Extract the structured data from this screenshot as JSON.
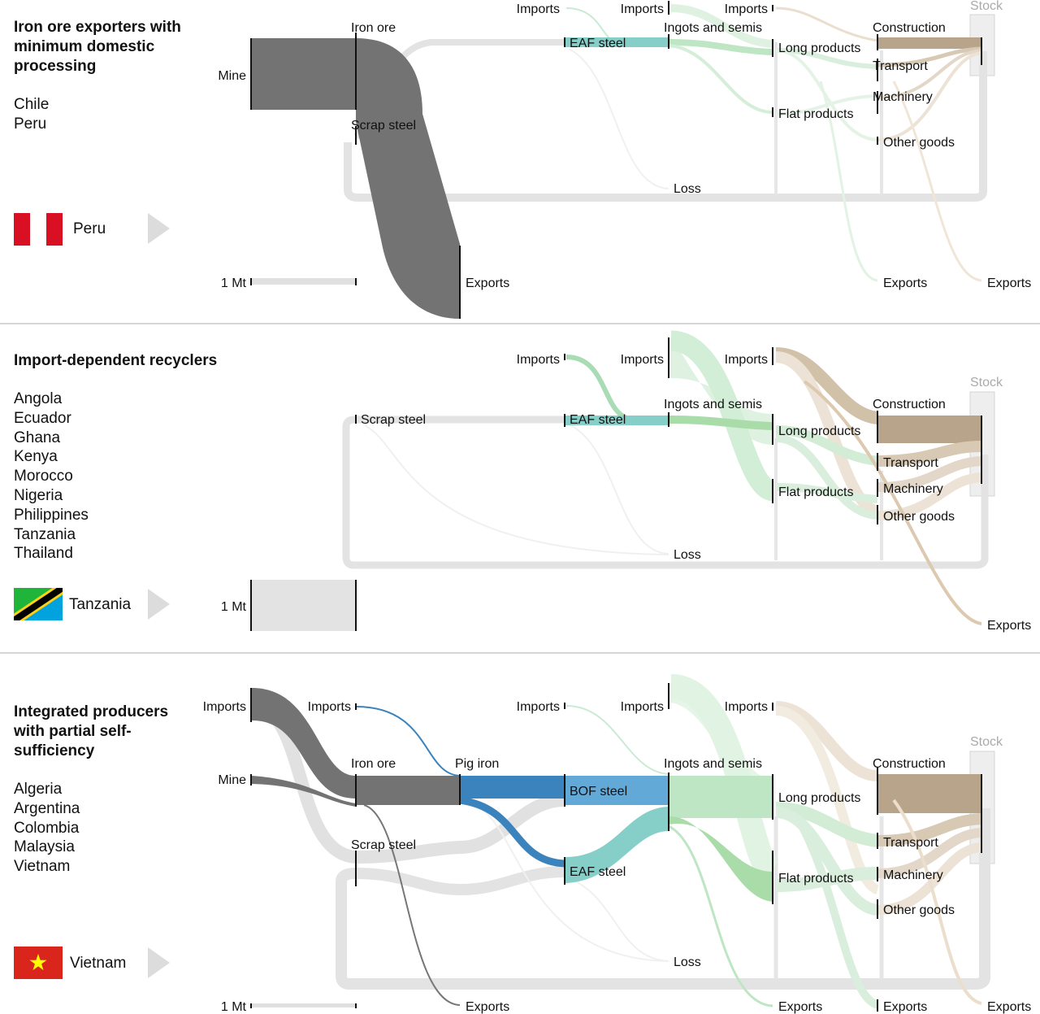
{
  "panels": [
    {
      "title": "Iron ore exporters with minimum domestic processing",
      "countries": [
        "Chile",
        "Peru"
      ],
      "example_country": "Peru",
      "scale_label": "1 Mt",
      "node_labels": {
        "mine": "Mine",
        "iron_ore": "Iron ore",
        "scrap_steel": "Scrap steel",
        "exports_ore": "Exports",
        "imports_1": "Imports",
        "imports_2": "Imports",
        "imports_3": "Imports",
        "eaf_steel": "EAF steel",
        "ingots": "Ingots and semis",
        "long_products": "Long products",
        "flat_products": "Flat products",
        "loss": "Loss",
        "construction": "Construction",
        "transport": "Transport",
        "machinery": "Machinery",
        "other_goods": "Other goods",
        "exports_goods": "Exports",
        "exports_final": "Exports",
        "stock": "Stock"
      }
    },
    {
      "title": "Import-dependent recyclers",
      "countries": [
        "Angola",
        "Ecuador",
        "Ghana",
        "Kenya",
        "Morocco",
        "Nigeria",
        "Philippines",
        "Tanzania",
        "Thailand"
      ],
      "example_country": "Tanzania",
      "scale_label": "1 Mt",
      "node_labels": {
        "imports_1": "Imports",
        "imports_2": "Imports",
        "imports_3": "Imports",
        "scrap_steel": "Scrap steel",
        "eaf_steel": "EAF steel",
        "ingots": "Ingots and semis",
        "long_products": "Long products",
        "flat_products": "Flat products",
        "loss": "Loss",
        "construction": "Construction",
        "transport": "Transport",
        "machinery": "Machinery",
        "other_goods": "Other goods",
        "exports_final": "Exports",
        "stock": "Stock"
      }
    },
    {
      "title": "Integrated producers with partial self-sufficiency",
      "countries": [
        "Algeria",
        "Argentina",
        "Colombia",
        "Malaysia",
        "Vietnam"
      ],
      "example_country": "Vietnam",
      "scale_label": "1 Mt",
      "node_labels": {
        "imports_ore": "Imports",
        "mine": "Mine",
        "imports_coke": "Imports",
        "iron_ore": "Iron ore",
        "scrap_steel": "Scrap steel",
        "pig_iron": "Pig iron",
        "imports_1": "Imports",
        "imports_2": "Imports",
        "imports_3": "Imports",
        "bof_steel": "BOF steel",
        "eaf_steel": "EAF steel",
        "ingots": "Ingots and semis",
        "long_products": "Long products",
        "flat_products": "Flat products",
        "loss": "Loss",
        "construction": "Construction",
        "transport": "Transport",
        "machinery": "Machinery",
        "other_goods": "Other goods",
        "exports_ore": "Exports",
        "exports_semis": "Exports",
        "exports_goods": "Exports",
        "exports_final": "Exports",
        "stock": "Stock"
      }
    }
  ],
  "colors": {
    "ore": "#737373",
    "scrap": "#dedede",
    "pig_iron": "#3b83bd",
    "bof": "#63a9d8",
    "eaf": "#86cfc9",
    "steel_products": "#a9dca9",
    "goods": "#b8a48b",
    "stock_box": "#eeeeee",
    "peru_red": "#d91023",
    "tanzania_green": "#1eb53a",
    "tanzania_blue": "#00a3dd",
    "tanzania_yellow": "#fcd116",
    "vietnam_red": "#da251d",
    "vietnam_star": "#ffff00"
  }
}
